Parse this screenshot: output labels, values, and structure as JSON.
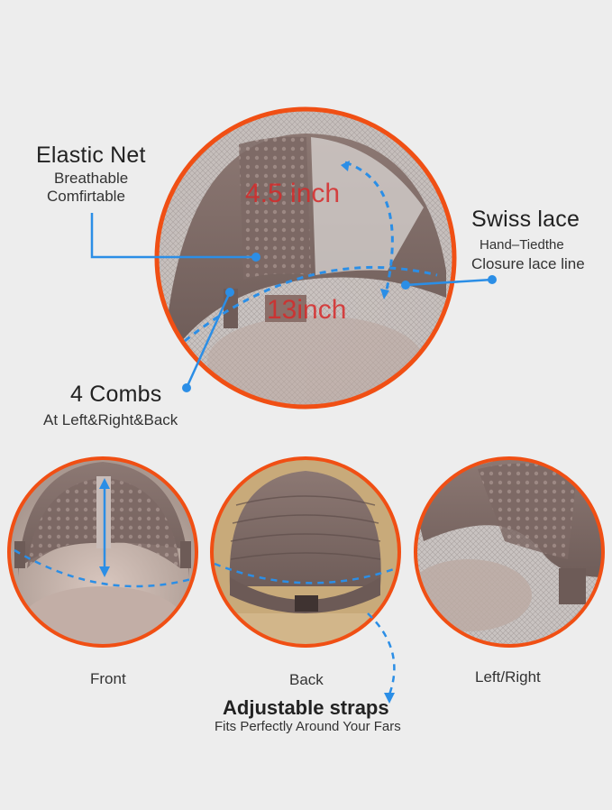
{
  "labels": {
    "elastic_net": {
      "title": "Elastic Net",
      "line1": "Breathable",
      "line2": "Comfirtable"
    },
    "swiss_lace": {
      "title": "Swiss lace",
      "line1": "Hand–Tiedthe",
      "line2": "Closure lace line"
    },
    "combs": {
      "title": "4 Combs",
      "line1": "At Left&Right&Back"
    },
    "straps": {
      "title": "Adjustable straps",
      "line1": "Fits Perfectly Around Your Fars"
    }
  },
  "measurements": {
    "height": "4.5 inch",
    "width": "13inch"
  },
  "views": {
    "front": "Front",
    "back": "Back",
    "side": "Left/Right"
  },
  "colors": {
    "ring": "#f04f14",
    "pointer": "#2b8ee6",
    "measure": "#d62a2a",
    "cap": "#7a6560"
  }
}
